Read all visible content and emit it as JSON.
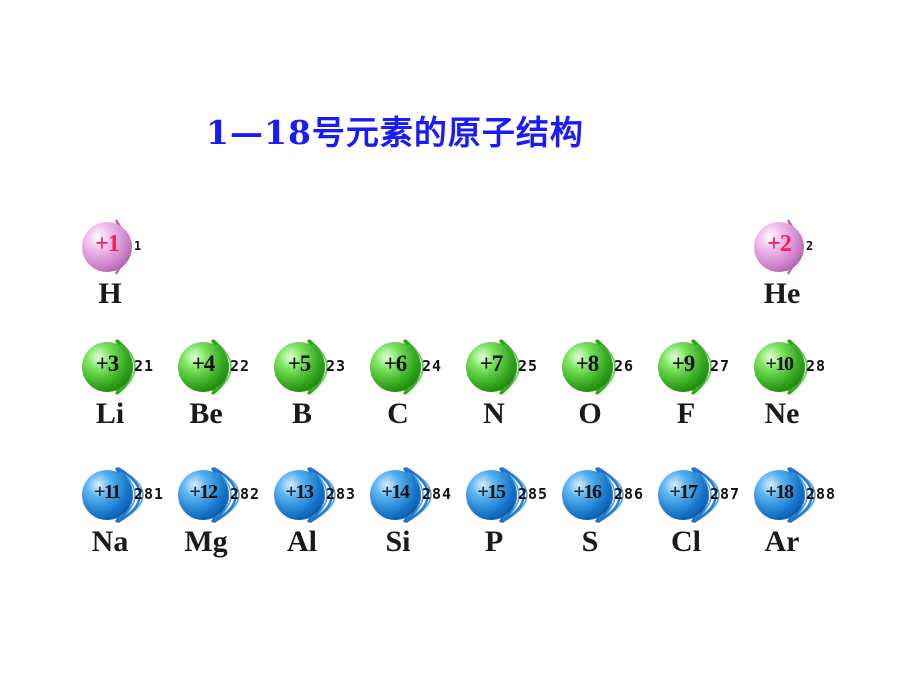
{
  "title": "1—18号元素的原子结构",
  "rows": [
    [
      {
        "charge": "+1",
        "config": "1",
        "symbol": "H",
        "color": "pink",
        "shells": 1
      },
      {
        "charge": "+2",
        "config": "2",
        "symbol": "He",
        "color": "pink",
        "shells": 1
      }
    ],
    [
      {
        "charge": "+3",
        "config": "21",
        "symbol": "Li",
        "color": "green",
        "shells": 2
      },
      {
        "charge": "+4",
        "config": "22",
        "symbol": "Be",
        "color": "green",
        "shells": 2
      },
      {
        "charge": "+5",
        "config": "23",
        "symbol": "B",
        "color": "green",
        "shells": 2
      },
      {
        "charge": "+6",
        "config": "24",
        "symbol": "C",
        "color": "green",
        "shells": 2
      },
      {
        "charge": "+7",
        "config": "25",
        "symbol": "N",
        "color": "green",
        "shells": 2
      },
      {
        "charge": "+8",
        "config": "26",
        "symbol": "O",
        "color": "green",
        "shells": 2
      },
      {
        "charge": "+9",
        "config": "27",
        "symbol": "F",
        "color": "green",
        "shells": 2
      },
      {
        "charge": "+10",
        "config": "28",
        "symbol": "Ne",
        "color": "green",
        "shells": 2
      }
    ],
    [
      {
        "charge": "+11",
        "config": "281",
        "symbol": "Na",
        "color": "blue",
        "shells": 3
      },
      {
        "charge": "+12",
        "config": "282",
        "symbol": "Mg",
        "color": "blue",
        "shells": 3
      },
      {
        "charge": "+13",
        "config": "283",
        "symbol": "Al",
        "color": "blue",
        "shells": 3
      },
      {
        "charge": "+14",
        "config": "284",
        "symbol": "Si",
        "color": "blue",
        "shells": 3
      },
      {
        "charge": "+15",
        "config": "285",
        "symbol": "P",
        "color": "blue",
        "shells": 3
      },
      {
        "charge": "+16",
        "config": "286",
        "symbol": "S",
        "color": "blue",
        "shells": 3
      },
      {
        "charge": "+17",
        "config": "287",
        "symbol": "Cl",
        "color": "blue",
        "shells": 3
      },
      {
        "charge": "+18",
        "config": "288",
        "symbol": "Ar",
        "color": "blue",
        "shells": 3
      }
    ]
  ]
}
